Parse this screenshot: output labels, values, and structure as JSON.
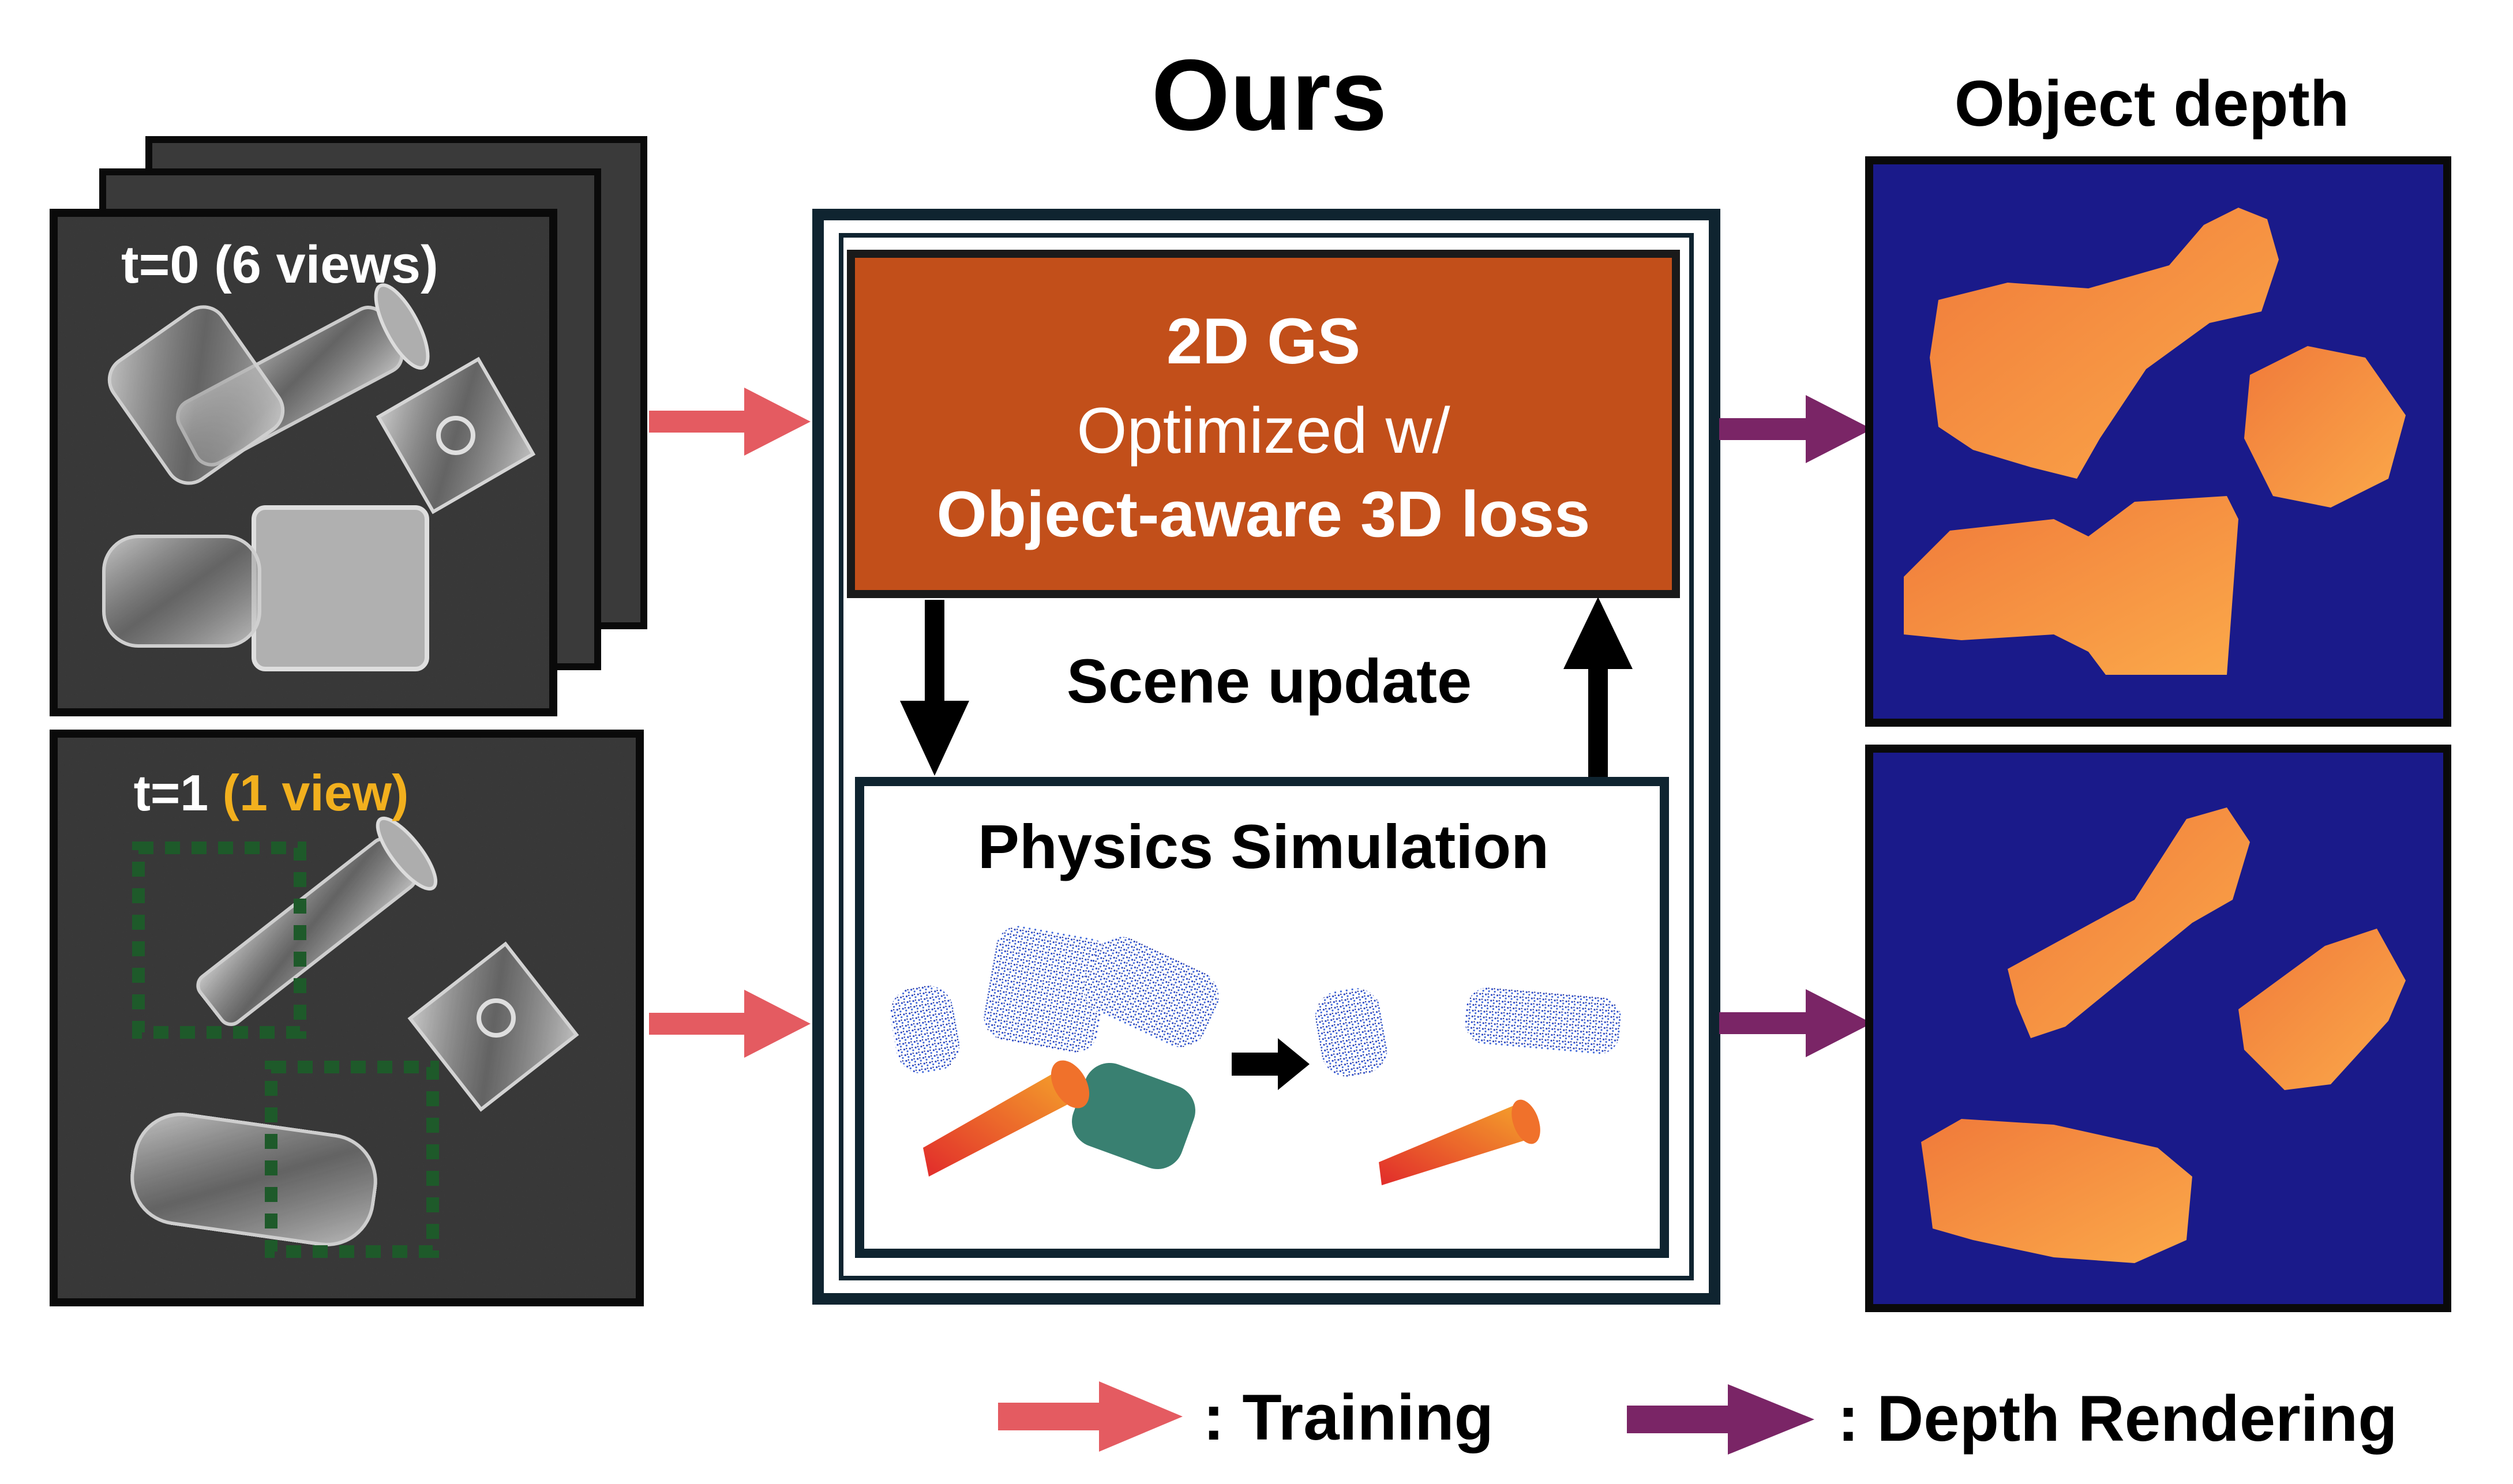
{
  "title": "Ours",
  "output_title": "Object depth",
  "inputs": {
    "t0_label": "t=0 (6 views)",
    "t1_prefix": "t=1 ",
    "t1_views": "(1 view)"
  },
  "gs_box": {
    "line1": "2D GS",
    "line2": "Optimized w/",
    "line3": "Object-aware 3D loss",
    "color": "#C24F1A"
  },
  "scene_update": "Scene update",
  "physics": {
    "title": "Physics Simulation"
  },
  "legend": {
    "training": ": Training",
    "depth": ": Depth Rendering",
    "training_color": "#E45B61",
    "depth_color": "#7A2566"
  },
  "colors": {
    "depth_bg": "#1A1A8A",
    "depth_obj": "#F59A45",
    "photo_bg": "#3A3A3A",
    "frame": "#0F2430",
    "dashed": "#1E5A2A",
    "accent_yellow": "#F2B01E"
  }
}
